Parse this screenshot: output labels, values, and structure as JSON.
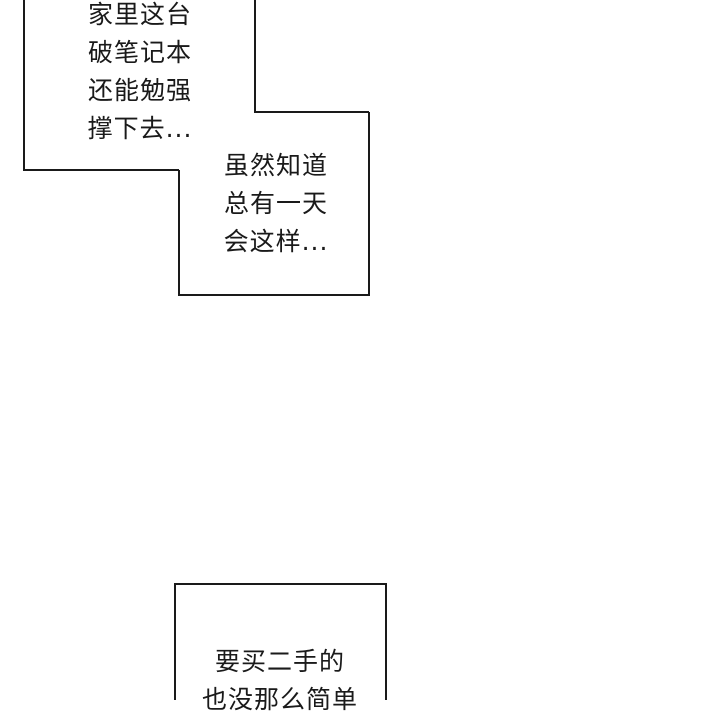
{
  "panel": {
    "bubble_1": {
      "lines": [
        "家里这台",
        "破笔记本",
        "还能勉强",
        "撑下去..."
      ]
    },
    "bubble_2": {
      "lines": [
        "虽然知道",
        "总有一天",
        "会这样..."
      ]
    },
    "bubble_3": {
      "lines": [
        "要买二手的",
        "也没那么简单"
      ]
    }
  }
}
